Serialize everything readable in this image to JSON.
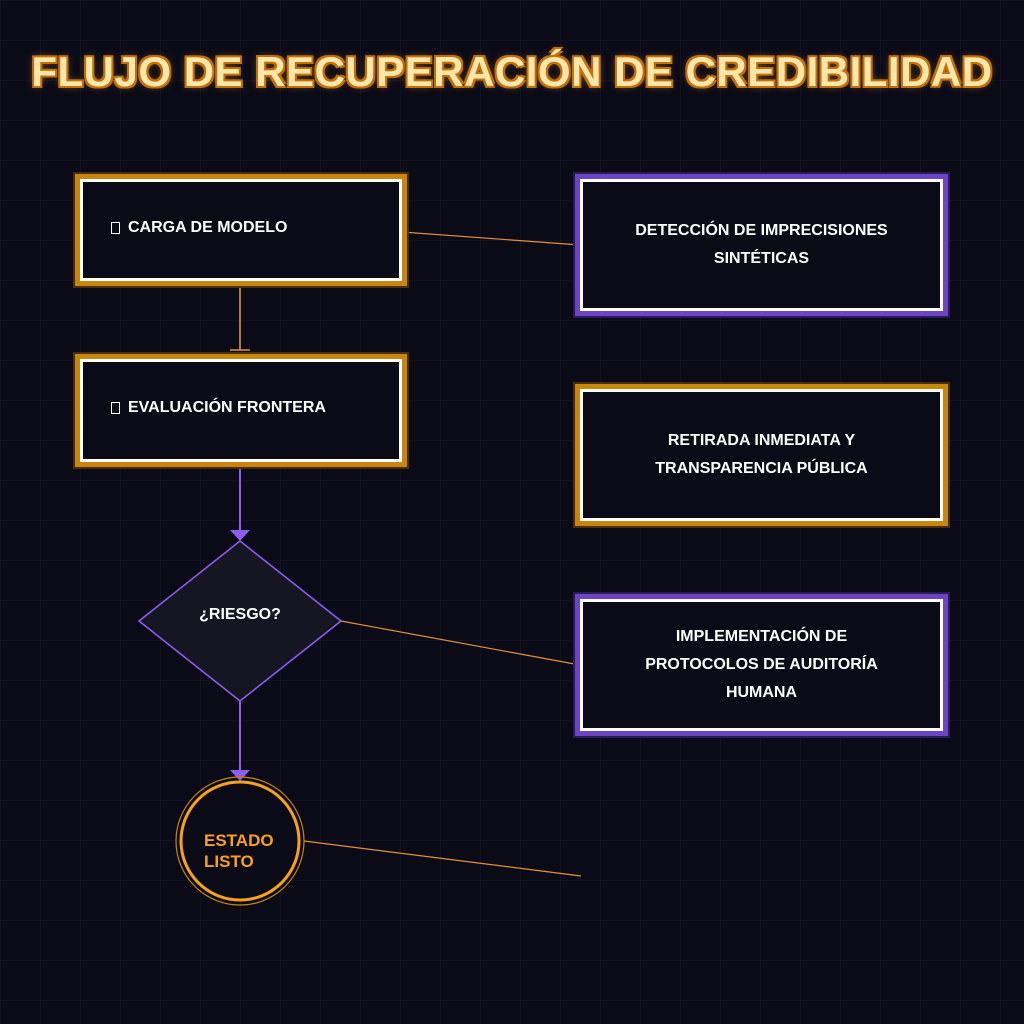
{
  "title": "FLUJO DE RECUPERACIÓN DE CREDIBILIDAD",
  "colors": {
    "background": "#0b0b18",
    "gold": "#c7860d",
    "purple": "#6b45c4",
    "orange_text": "#f5a21f",
    "connector_orange": "#e0923a",
    "connector_purple": "#8a5cf0"
  },
  "nodes": {
    "carga": {
      "label": "CARGA DE MODELO",
      "icon": "missing-glyph-icon"
    },
    "evaluacion": {
      "label": "EVALUACIÓN FRONTERA",
      "icon": "missing-glyph-icon"
    },
    "riesgo": {
      "label": "¿RIESGO?"
    },
    "estado": {
      "line1": "ESTADO",
      "line2": "LISTO"
    }
  },
  "side_boxes": {
    "deteccion": {
      "line1": "DETECCIÓN DE IMPRECISIONES",
      "line2": "SINTÉTICAS"
    },
    "retirada": {
      "line1": "RETIRADA INMEDIATA Y",
      "line2": "TRANSPARENCIA PÚBLICA"
    },
    "implementacion": {
      "line1": "IMPLEMENTACIÓN DE",
      "line2": "PROTOCOLOS DE AUDITORÍA",
      "line3": "HUMANA"
    }
  }
}
